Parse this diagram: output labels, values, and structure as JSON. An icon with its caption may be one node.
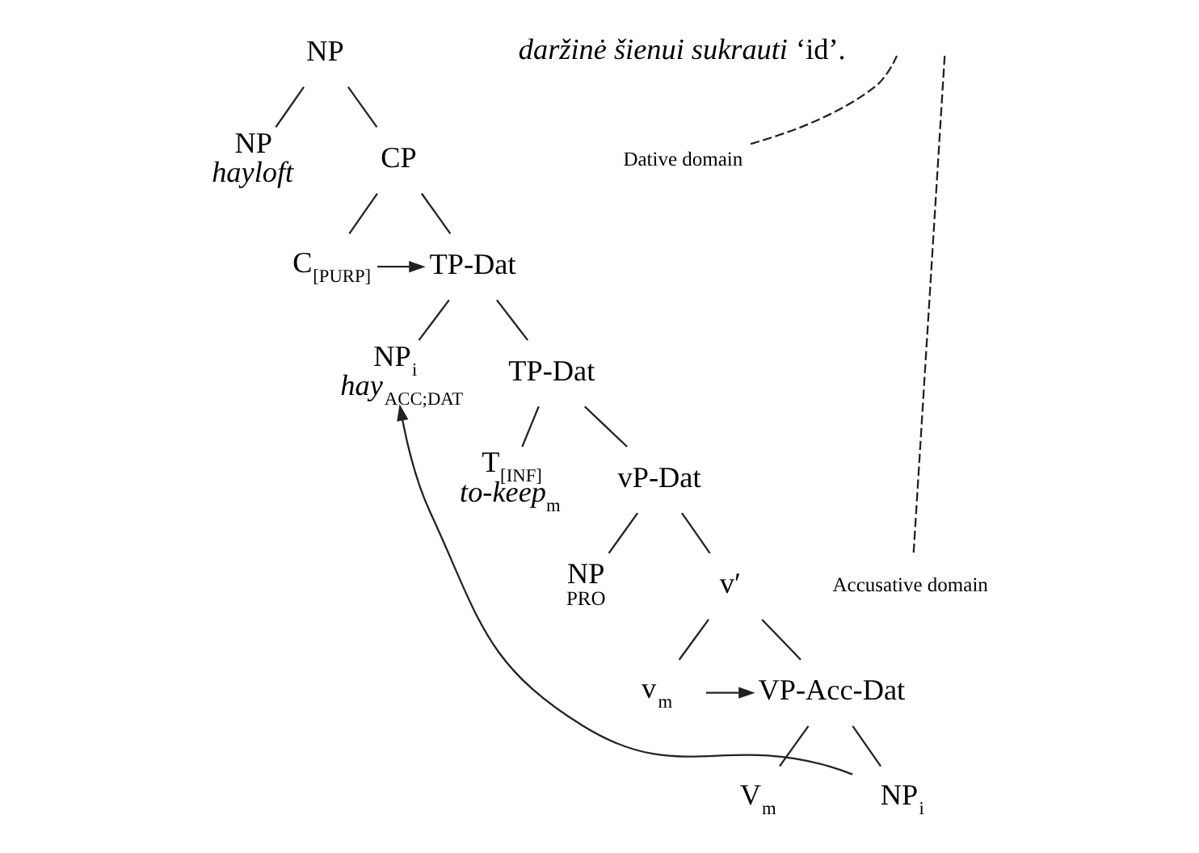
{
  "diagram": {
    "nodes": [
      {
        "text": [
          "NP"
        ]
      },
      {
        "text": [
          "NP",
          "hayloft"
        ]
      },
      {
        "text": [
          "CP"
        ]
      },
      {
        "text": [
          "C$_{[PURP]}$"
        ]
      },
      {
        "text": [
          "TP-Dat"
        ]
      },
      {
        "text": [
          "NP$_{i}$",
          "*hay*$_{ACC;DAT}$"
        ]
      },
      {
        "text": [
          "TP-Dat"
        ]
      },
      {
        "text": [
          "T$_{[INF]}$",
          "*to-keep*$_{m}$"
        ]
      },
      {
        "text": [
          "vP-Dat"
        ]
      },
      {
        "text": [
          "NP",
          "PRO"
        ]
      },
      {
        "text": [
          "v′"
        ]
      },
      {
        "text": [
          "v$_{m}$"
        ]
      },
      {
        "text": [
          "VP-Acc-Dat"
        ]
      },
      {
        "text": [
          "V$_{m}$"
        ]
      },
      {
        "text": [
          "NP$_{i}$"
        ]
      },
      {
        "text": [
          "Dative domain"
        ]
      },
      {
        "text": [
          "Accusative domain"
        ]
      }
    ],
    "edges": [
      {
        "from": 0,
        "to": 1,
        "arrow": "none"
      },
      {
        "from": 0,
        "to": 2,
        "arrow": "none"
      },
      {
        "from": 2,
        "to": 3,
        "arrow": "none"
      },
      {
        "from": 2,
        "to": 4,
        "arrow": "none"
      },
      {
        "from": 3,
        "to": 4,
        "arrow": "to"
      },
      {
        "from": 4,
        "to": 5,
        "arrow": "none"
      },
      {
        "from": 4,
        "to": 6,
        "arrow": "none"
      },
      {
        "from": 6,
        "to": 7,
        "arrow": "none"
      },
      {
        "from": 6,
        "to": 8,
        "arrow": "none"
      },
      {
        "from": 8,
        "to": 9,
        "arrow": "none"
      },
      {
        "from": 8,
        "to": 10,
        "arrow": "none"
      },
      {
        "from": 10,
        "to": 11,
        "arrow": "none"
      },
      {
        "from": 10,
        "to": 12,
        "arrow": "none"
      },
      {
        "from": 11,
        "to": 12,
        "arrow": "to"
      },
      {
        "from": 12,
        "to": 13,
        "arrow": "none"
      },
      {
        "from": 12,
        "to": 14,
        "arrow": "none"
      },
      {
        "from": 14,
        "to": 5,
        "arrow": "to"
      },
      {
        "from": 15,
        "to": null,
        "arrow": "none",
        "style": "dashed"
      },
      {
        "from": 16,
        "to": null,
        "arrow": "none",
        "style": "dashed"
      }
    ],
    "labels": [
      "*daržinė šienui sukrauti* ‘id’."
    ]
  }
}
